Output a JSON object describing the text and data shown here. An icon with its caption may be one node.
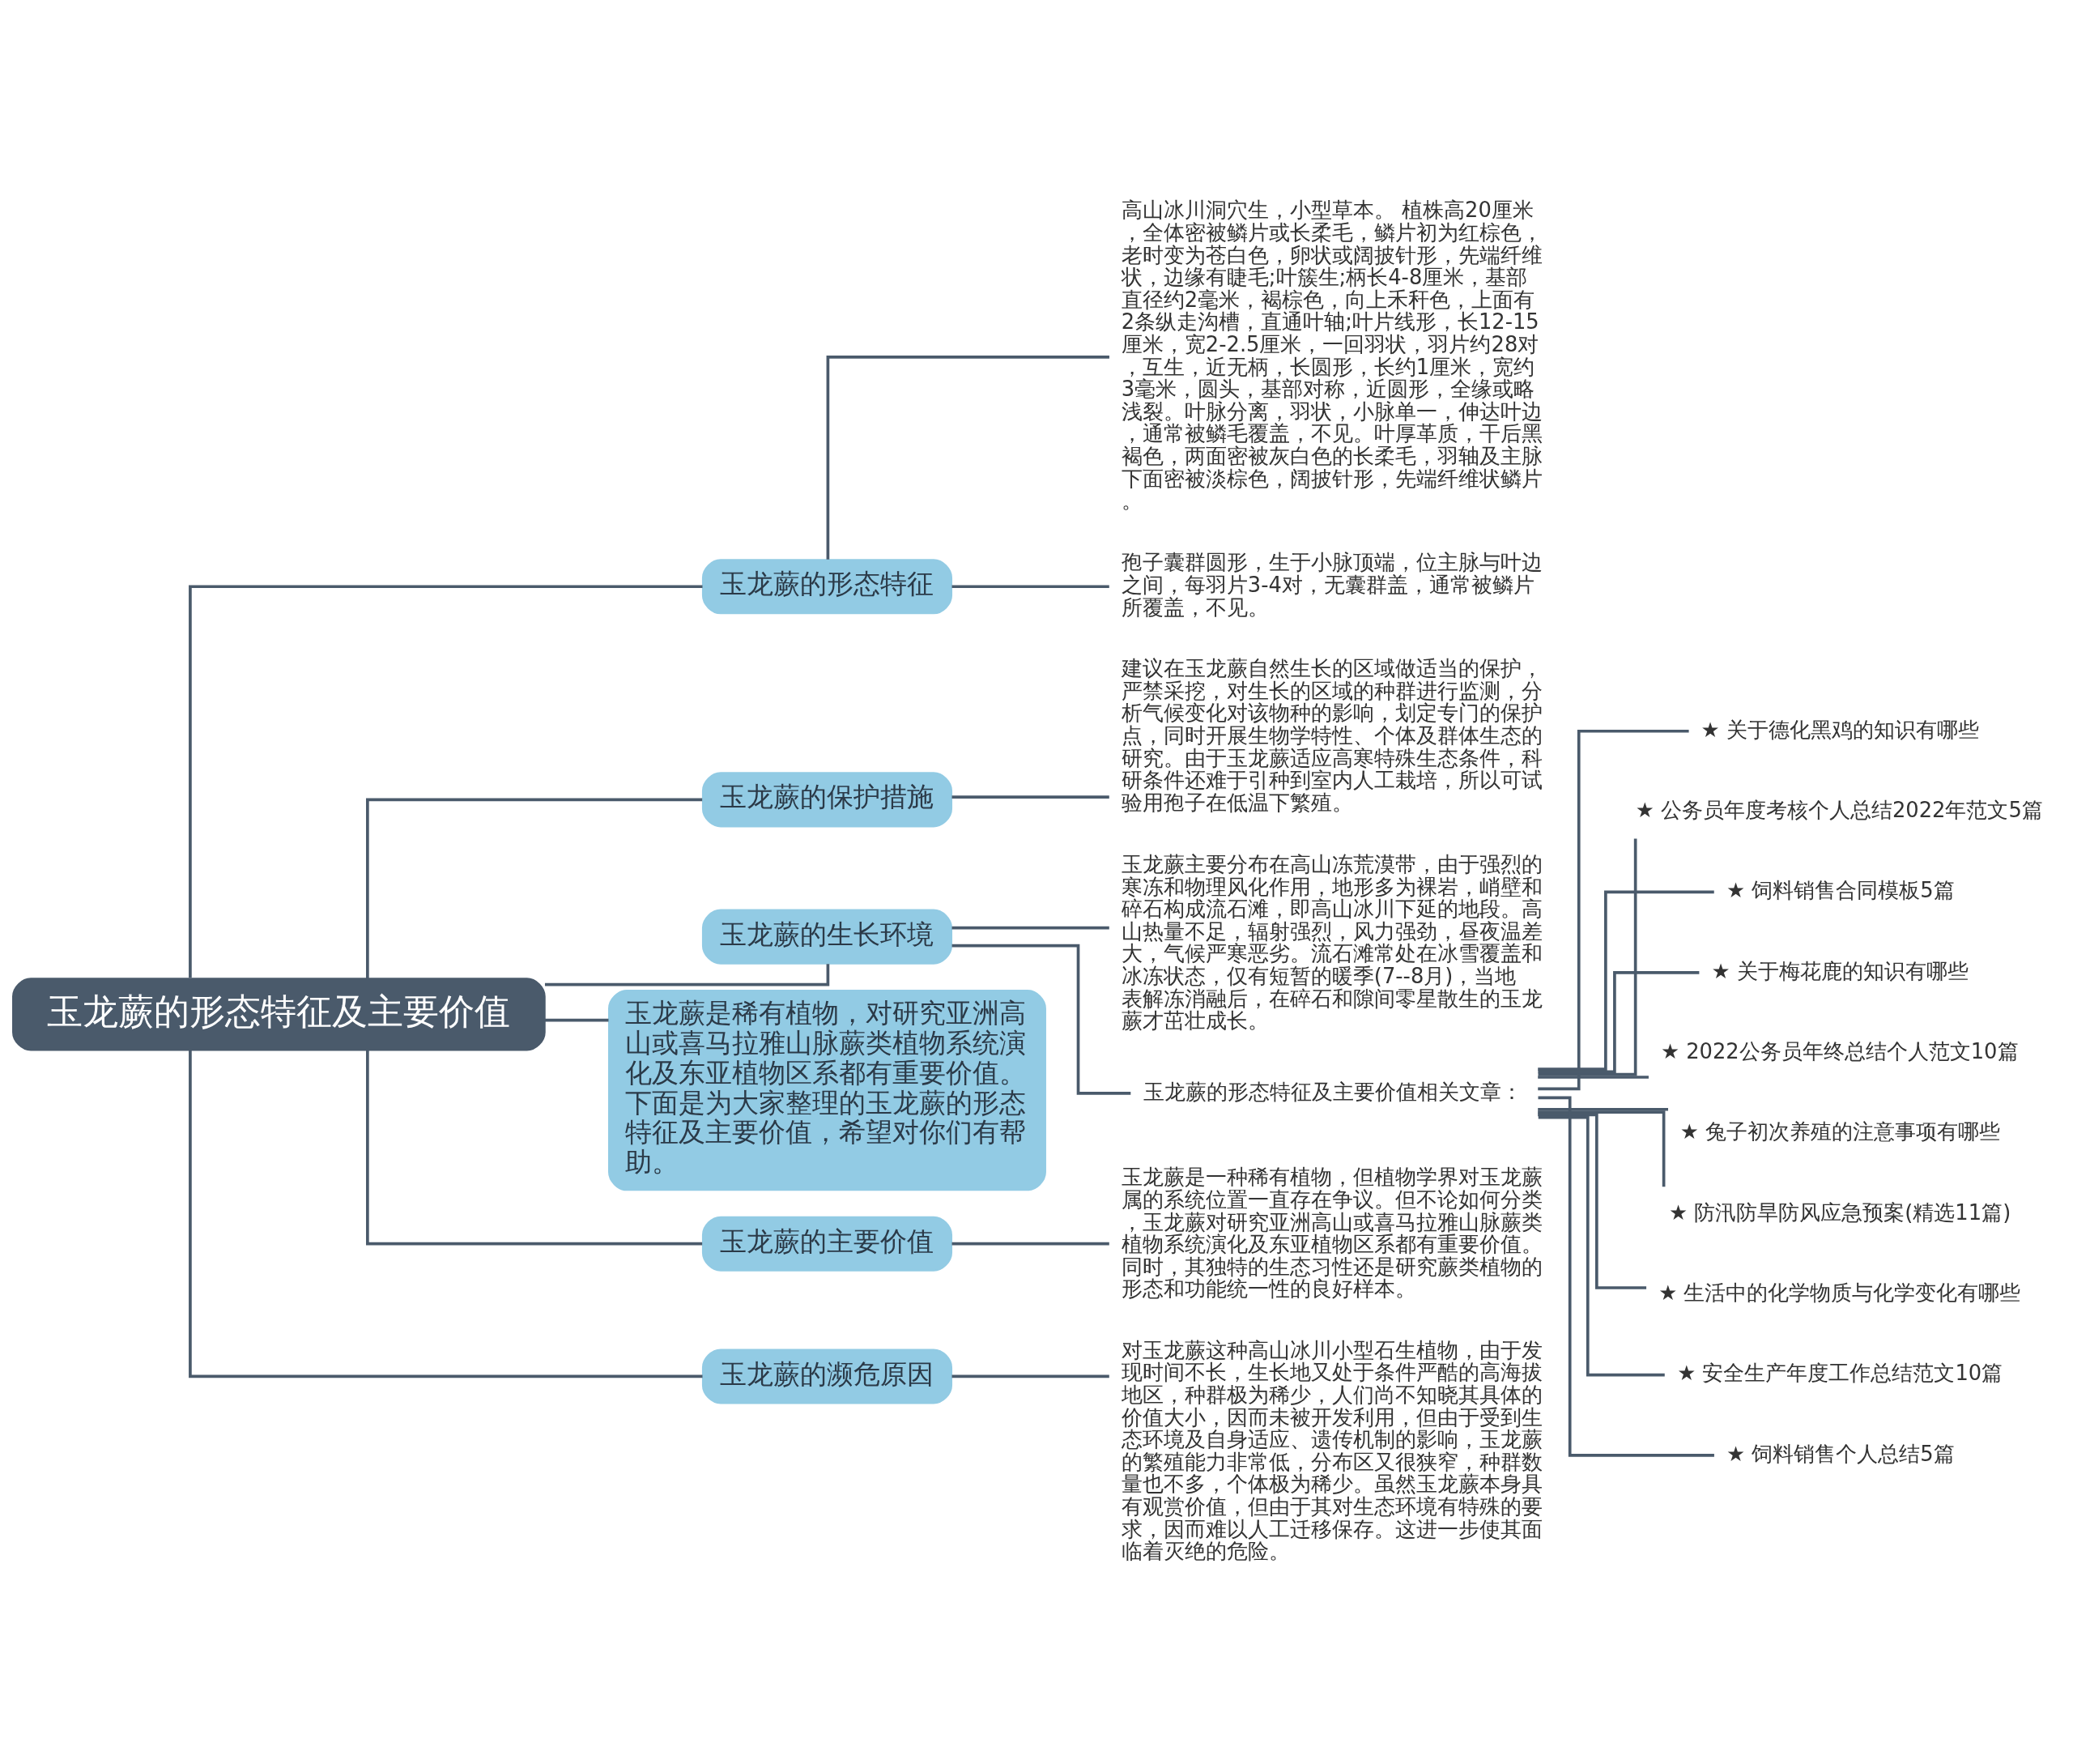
{
  "diagram": {
    "nodes": [
      {
        "text": [
          "玉龙蕨的形态特征及主要价值"
        ]
      },
      {
        "text": [
          "玉龙蕨的形态特征"
        ]
      },
      {
        "text": [
          "高山冰川洞穴生，小型草本。 植株高20厘米，全体密被鳞片或长柔毛，鳞片初为红棕色，老时变为苍白色，卵状或阔披针形，先端纤维状，边缘有睫毛;叶簇生;柄长4-8厘米，基部直径约2毫米，褐棕色，向上禾秆色，上面有2条纵走沟槽，直通叶轴;叶片线形，长12-15厘米，宽2-2.5厘米，一回羽状，羽片约28对，互生，近无柄，长圆形，长约1厘米，宽约3毫米，圆头，基部对称，近圆形，全缘或略浅裂。叶脉分离，羽状，小脉单一，伸达叶边，通常被鳞毛覆盖，不见。叶厚革质，干后黑褐色，两面密被灰白色的长柔毛，羽轴及主脉下面密被淡棕色，阔披针形，先端纤维状鳞片。"
        ]
      },
      {
        "text": [
          "孢子囊群圆形，生于小脉顶端，位主脉与叶边之间，每羽片3-4对，无囊群盖，通常被鳞片所覆盖，不见。"
        ]
      },
      {
        "text": [
          "玉龙蕨的保护措施"
        ]
      },
      {
        "text": [
          "建议在玉龙蕨自然生长的区域做适当的保护，严禁采挖，对生长的区域的种群进行监测，分析气候变化对该物种的影响，划定专门的保护点，同时开展生物学特性、个体及群体生态的研究。由于玉龙蕨适应高寒特殊生态条件，科研条件还难于引种到室内人工栽培，所以可试验用孢子在低温下繁殖。"
        ]
      },
      {
        "text": [
          "玉龙蕨的生长环境"
        ]
      },
      {
        "text": [
          "玉龙蕨主要分布在高山冻荒漠带，由于强烈的寒冻和物理风化作用，地形多为裸岩，峭壁和碎石构成流石滩，即高山冰川下延的地段。高山热量不足，辐射强烈，风力强劲，昼夜温差大，气候严寒恶劣。流石滩常处在冰雪覆盖和冰冻状态，仅有短暂的暖季(7--8月)，当地表解冻消融后，在碎石和隙间零星散生的玉龙蕨才茁壮成长。"
        ]
      },
      {
        "text": [
          "玉龙蕨的形态特征及主要价值相关文章："
        ]
      },
      {
        "text": [
          "★ 关于德化黑鸡的知识有哪些"
        ]
      },
      {
        "text": [
          "★ 公务员年度考核个人总结2022年范文5篇"
        ]
      },
      {
        "text": [
          "★ 饲料销售合同模板5篇"
        ]
      },
      {
        "text": [
          "★ 关于梅花鹿的知识有哪些"
        ]
      },
      {
        "text": [
          "★ 2022公务员年终总结个人范文10篇"
        ]
      },
      {
        "text": [
          "★ 兔子初次养殖的注意事项有哪些"
        ]
      },
      {
        "text": [
          "★ 防汛防旱防风应急预案(精选11篇)"
        ]
      },
      {
        "text": [
          "★ 生活中的化学物质与化学变化有哪些"
        ]
      },
      {
        "text": [
          "★ 安全生产年度工作总结范文10篇"
        ]
      },
      {
        "text": [
          "★ 饲料销售个人总结5篇"
        ]
      },
      {
        "text": [
          "玉龙蕨是稀有植物，对研究亚洲高山或喜马拉雅山脉蕨类植物系统演化及东亚植物区系都有重要价值。下面是为大家整理的玉龙蕨的形态特征及主要价值，希望对你们有帮助。"
        ]
      },
      {
        "text": [
          "玉龙蕨的主要价值"
        ]
      },
      {
        "text": [
          "玉龙蕨是一种稀有植物，但植物学界对玉龙蕨属的系统位置一直存在争议。但不论如何分类，玉龙蕨对研究亚洲高山或喜马拉雅山脉蕨类植物系统演化及东亚植物区系都有重要价值。同时，其独特的生态习性还是研究蕨类植物的形态和功能统一性的良好样本。"
        ]
      },
      {
        "text": [
          "玉龙蕨的濒危原因"
        ]
      },
      {
        "text": [
          "对玉龙蕨这种高山冰川小型石生植物，由于发现时间不长，生长地又处于条件严酷的高海拔地区，种群极为稀少，人们尚不知晓其具体的价值大小，因而未被开发利用，但由于受到生态环境及自身适应、遗传机制的影响，玉龙蕨的繁殖能力非常低，分布区又很狭窄，种群数量也不多，个体极为稀少。虽然玉龙蕨本身具有观赏价值，但由于其对生态环境有特殊的要求，因而难以人工迁移保存。这进一步使其面临着灭绝的危险。"
        ]
      }
    ],
    "edges": [
      {
        "from": 0,
        "to": 1,
        "arrow": "none"
      },
      {
        "from": 1,
        "to": 2,
        "arrow": "none"
      },
      {
        "from": 1,
        "to": 3,
        "arrow": "none"
      },
      {
        "from": 0,
        "to": 4,
        "arrow": "none"
      },
      {
        "from": 4,
        "to": 5,
        "arrow": "none"
      },
      {
        "from": 0,
        "to": 6,
        "arrow": "none"
      },
      {
        "from": 6,
        "to": 7,
        "arrow": "none"
      },
      {
        "from": 6,
        "to": 8,
        "arrow": "none"
      },
      {
        "from": 8,
        "to": 9,
        "arrow": "none"
      },
      {
        "from": 8,
        "to": 10,
        "arrow": "none"
      },
      {
        "from": 8,
        "to": 11,
        "arrow": "none"
      },
      {
        "from": 8,
        "to": 12,
        "arrow": "none"
      },
      {
        "from": 8,
        "to": 13,
        "arrow": "none"
      },
      {
        "from": 8,
        "to": 14,
        "arrow": "none"
      },
      {
        "from": 8,
        "to": 15,
        "arrow": "none"
      },
      {
        "from": 8,
        "to": 16,
        "arrow": "none"
      },
      {
        "from": 8,
        "to": 17,
        "arrow": "none"
      },
      {
        "from": 8,
        "to": 18,
        "arrow": "none"
      },
      {
        "from": 0,
        "to": 19,
        "arrow": "none"
      },
      {
        "from": 0,
        "to": 20,
        "arrow": "none"
      },
      {
        "from": 20,
        "to": 21,
        "arrow": "none"
      },
      {
        "from": 0,
        "to": 22,
        "arrow": "none"
      },
      {
        "from": 22,
        "to": 23,
        "arrow": "none"
      }
    ]
  }
}
